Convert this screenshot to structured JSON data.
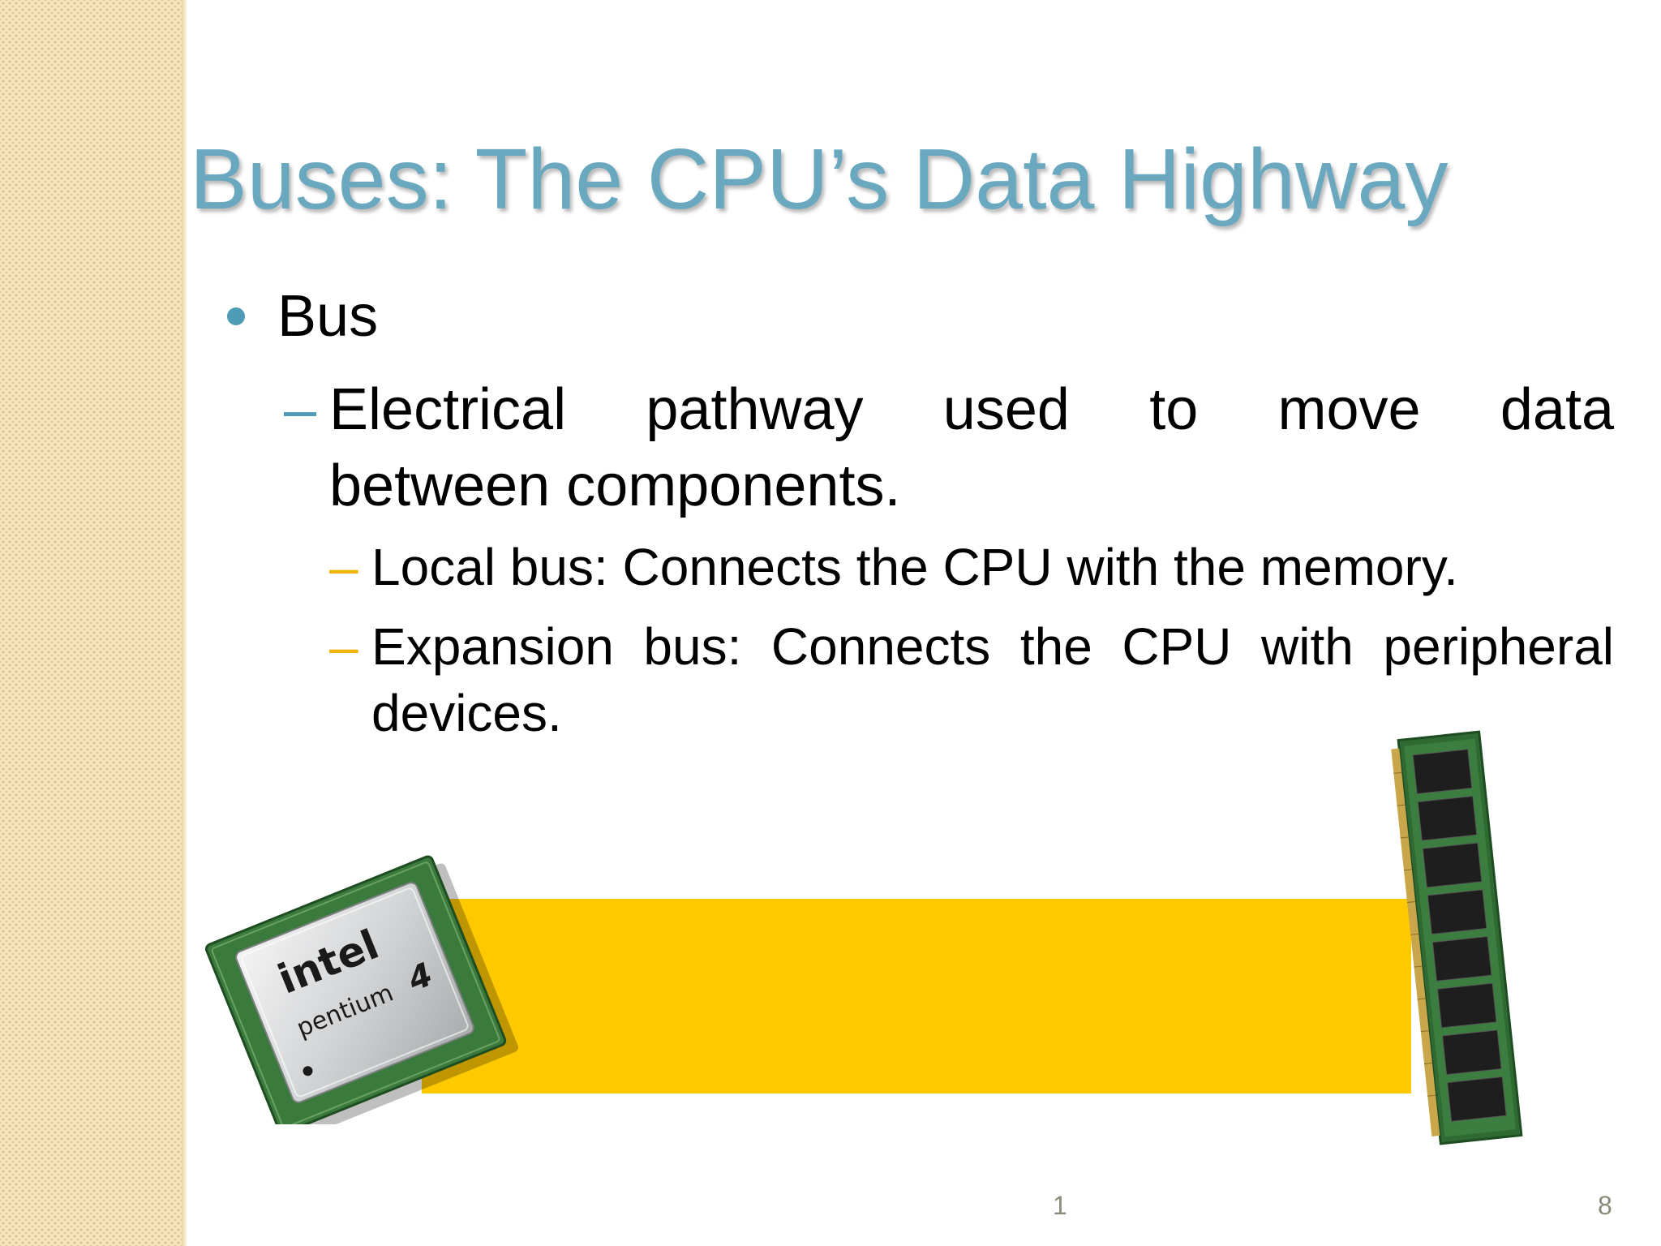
{
  "slide": {
    "title": "Buses: The CPU’s Data Highway",
    "bullet": "Bus",
    "definition_line1": "Electrical pathway used to move data",
    "definition_line2": "between components.",
    "local_bus": "Local bus: Connects the CPU with the memory.",
    "expansion_bus_line1": "Expansion bus: Connects the CPU with peripheral",
    "expansion_bus_line2": "devices.",
    "dash_char": "–"
  },
  "chip_label": {
    "brand": "intel",
    "model": "pentium",
    "number": "4"
  },
  "footer": {
    "page_part1": "1",
    "page_part2": "8"
  },
  "colors": {
    "title": "#6aa8c0",
    "bullet_dot": "#4d9bb5",
    "level1_dash": "#4d9bb5",
    "level2_dash": "#f2b400",
    "band": "#ffc900",
    "sidebar": "#f4e3bd"
  },
  "icons": [
    "cpu-chip-icon",
    "ram-module-icon"
  ]
}
